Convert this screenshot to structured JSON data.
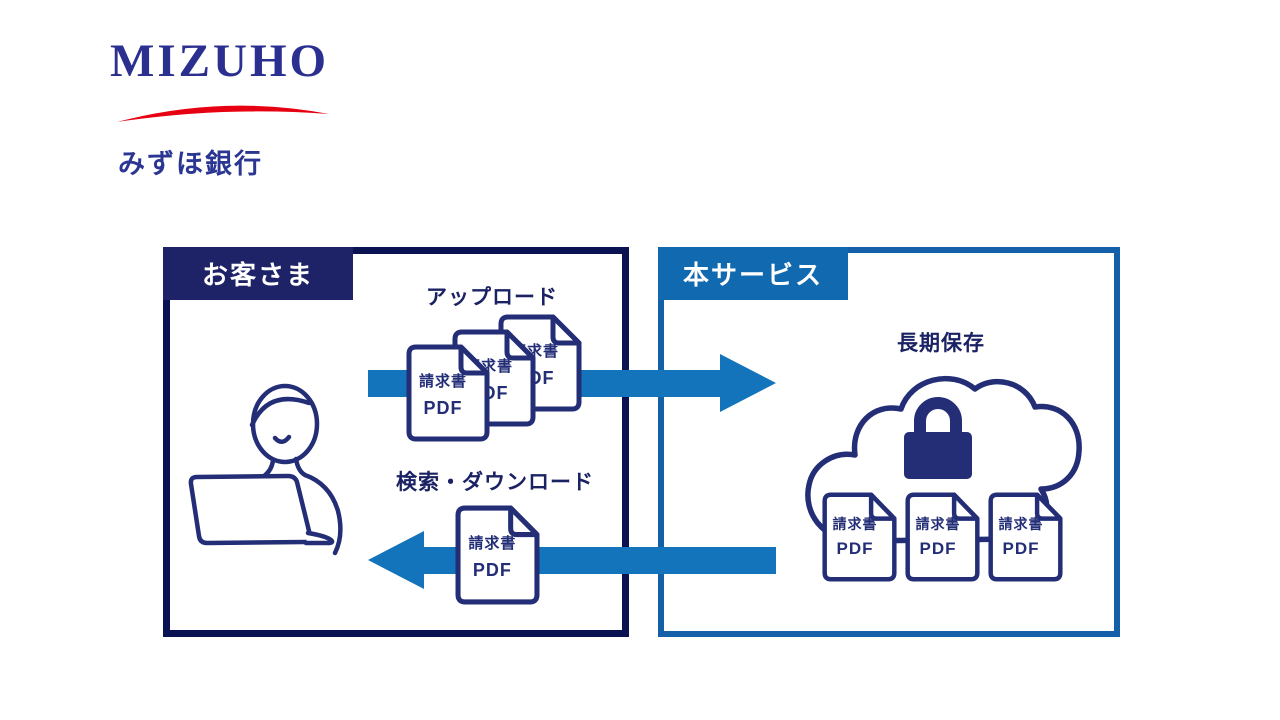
{
  "logo": {
    "wordmark": "MIZUHO",
    "bank_name": "みずほ銀行",
    "wordmark_color": "#2b3090",
    "swoosh_color": "#e60012",
    "bank_name_color": "#2b3693"
  },
  "customer_panel": {
    "title": "お客さま",
    "upload_label": "アップロード",
    "download_label": "検索・ダウンロード",
    "border_color": "#0b1252",
    "tab_color": "#1d2366"
  },
  "service_panel": {
    "title": "本サービス",
    "storage_label": "長期保存",
    "border_color": "#1360a8",
    "tab_color": "#1169af"
  },
  "document": {
    "line1": "請求書",
    "line2": "PDF",
    "outline_color": "#232e77"
  },
  "arrows": {
    "color": "#1373bb",
    "upload_direction": "right",
    "download_direction": "left"
  },
  "icons": {
    "person": "person-at-laptop-icon (line-art svg)",
    "cloud": "cloud-icon (line-art svg)",
    "lock": "lock-icon (filled svg)",
    "document": "document-pdf-icon (dog-ear page svg)"
  },
  "text_color": "#1b2264"
}
